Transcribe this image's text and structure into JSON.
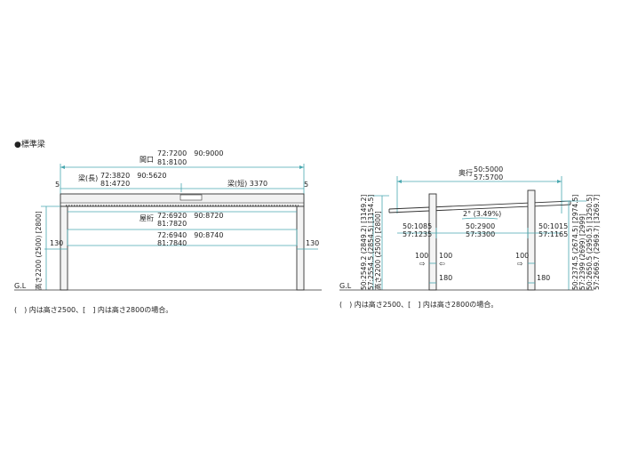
{
  "left": {
    "title": "●標準梁",
    "opening_label": "間口",
    "opening_line1": "72:7200　90:9000",
    "opening_line2": "81:8100",
    "end_left": "5",
    "end_right": "5",
    "beam_long_label": "梁(長)",
    "beam_long_line1": "72:3820　90:5620",
    "beam_long_line2": "81:4720",
    "beam_short": "梁(短) 3370",
    "purlin_label": "屋桁",
    "purlin_line1": "72:6920　90:8720",
    "purlin_line2": "81:7820",
    "inner_line1": "72:6940　90:8740",
    "inner_line2": "81:7840",
    "dim_left_130": "130",
    "dim_right_130": "130",
    "height_vertical": "高さ2200 (2500) [2800]",
    "gl": "G.L",
    "note": "(　) 内は高さ2500、[　] 内は高さ2800の場合。"
  },
  "right": {
    "depth_label": "奥行",
    "depth_line1": "50:5000",
    "depth_line2": "57:5700",
    "slope": "2° (3.49%)",
    "left_offset_line1": "50:1085",
    "left_offset_line2": "57:1235",
    "center_line1": "50:2900",
    "center_line2": "57:3300",
    "right_offset_line1": "50:1015",
    "right_offset_line2": "57:1165",
    "post_left_100a": "100",
    "post_left_100b": "100",
    "post_right_100": "100",
    "post_left_180": "180",
    "post_right_180": "180",
    "left_h_line1": "50:2549.2 (2849.2) [3149.2]",
    "left_h_line2": "57:2554.5 (2854.5) [3154.5]",
    "left_h_line3": "高さ2200 (2500) [2800]",
    "right_h_line1": "50:2374.5 (2674.5) [2974.5]",
    "right_h_line2": "57:2399 (2699) [2999]",
    "right_h_line3": "50:2650.5 (2950.5) [3250.5]",
    "right_h_line4": "57:2669.7 (2969.7) [3269.7]",
    "gl": "G.L",
    "note": "(　) 内は高さ2500、[　] 内は高さ2800の場合。"
  }
}
